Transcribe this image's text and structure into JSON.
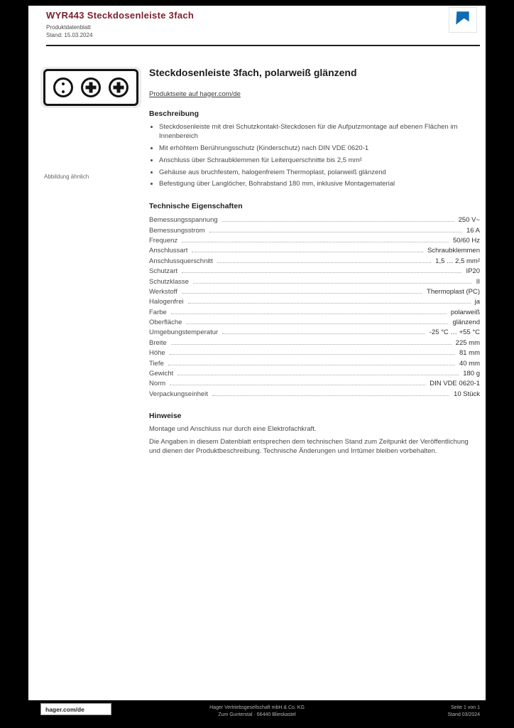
{
  "colors": {
    "accent": "#7a1f2b",
    "brand_blue": "#0f6cb4"
  },
  "header": {
    "product_title": "WYR443 Steckdosenleiste 3fach",
    "subtitle_line1": "Produktdatenblatt",
    "subtitle_line2": "Stand: 15.03.2024"
  },
  "product": {
    "title": "Steckdosenleiste 3fach, polarweiß glänzend",
    "link_label": "Produktseite auf hager.com/de",
    "image_caption": "Abbildung ähnlich"
  },
  "sections": {
    "description": {
      "heading": "Beschreibung",
      "items": [
        "Steckdosenleiste mit drei Schutzkontakt-Steckdosen für die Aufputzmontage auf ebenen Flächen im Innenbereich",
        "Mit erhöhtem Berührungsschutz (Kinderschutz) nach DIN VDE 0620-1",
        "Anschluss über Schraubklemmen für Leiterquerschnitte bis 2,5 mm²",
        "Gehäuse aus bruchfestem, halogenfreiem Thermoplast, polarweiß glänzend",
        "Befestigung über Langlöcher, Bohrabstand 180 mm, inklusive Montagematerial"
      ]
    },
    "specs": {
      "heading": "Technische Eigenschaften",
      "rows": [
        {
          "label": "Bemessungsspannung",
          "value": "250 V~"
        },
        {
          "label": "Bemessungsstrom",
          "value": "16 A"
        },
        {
          "label": "Frequenz",
          "value": "50/60 Hz"
        },
        {
          "label": "Anschlussart",
          "value": "Schraubklemmen"
        },
        {
          "label": "Anschlussquerschnitt",
          "value": "1,5 … 2,5 mm²"
        },
        {
          "label": "Schutzart",
          "value": "IP20"
        },
        {
          "label": "Schutzklasse",
          "value": "II"
        },
        {
          "label": "Werkstoff",
          "value": "Thermoplast (PC)"
        },
        {
          "label": "Halogenfrei",
          "value": "ja"
        },
        {
          "label": "Farbe",
          "value": "polarweiß"
        },
        {
          "label": "Oberfläche",
          "value": "glänzend"
        },
        {
          "label": "Umgebungstemperatur",
          "value": "-25 °C … +55 °C"
        },
        {
          "label": "Breite",
          "value": "225 mm"
        },
        {
          "label": "Höhe",
          "value": "81 mm"
        },
        {
          "label": "Tiefe",
          "value": "40 mm"
        },
        {
          "label": "Gewicht",
          "value": "180 g"
        },
        {
          "label": "Norm",
          "value": "DIN VDE 0620-1"
        },
        {
          "label": "Verpackungseinheit",
          "value": "10 Stück"
        }
      ]
    },
    "notes": {
      "heading": "Hinweise",
      "lines": [
        "Montage und Anschluss nur durch eine Elektrofachkraft.",
        "Die Angaben in diesem Datenblatt entsprechen dem technischen Stand zum Zeitpunkt der Veröffentlichung und dienen der Produktbeschreibung. Technische Änderungen und Irrtümer bleiben vorbehalten."
      ]
    }
  },
  "footer": {
    "site": "hager.com/de",
    "center_line1": "Hager Vertriebsgesellschaft mbH & Co. KG",
    "center_line2": "Zum Gunterstal · 66440 Blieskastel",
    "right_line1": "Seite 1 von 1",
    "right_line2": "Stand 03/2024"
  }
}
